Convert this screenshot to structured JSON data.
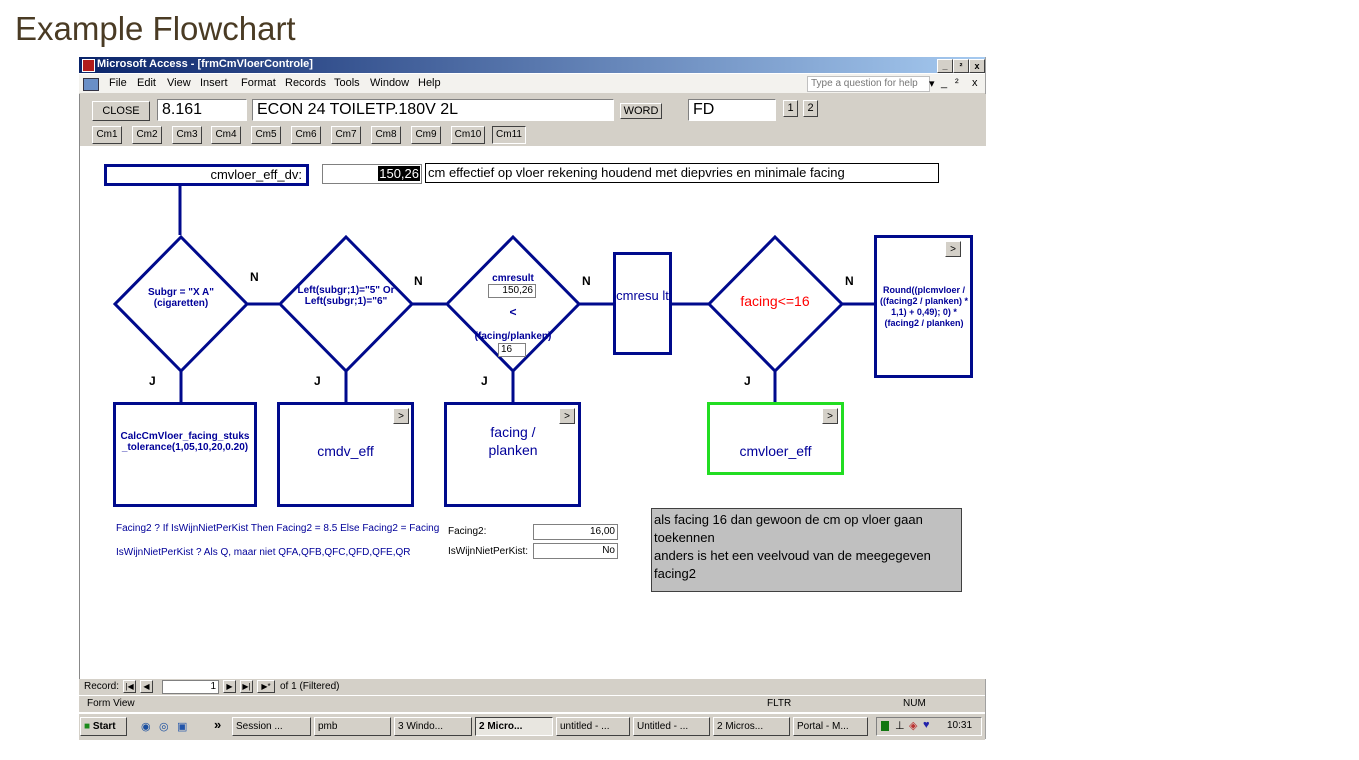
{
  "page": {
    "title": "Example Flowchart"
  },
  "window": {
    "title": "Microsoft Access - [frmCmVloerControle]",
    "controls": [
      "_",
      "²",
      "x"
    ],
    "menu": [
      "File",
      "Edit",
      "View",
      "Insert",
      "Format",
      "Records",
      "Tools",
      "Window",
      "Help"
    ],
    "help_placeholder": "Type a question for help",
    "inner_controls": [
      "▾",
      "_",
      "²",
      "x"
    ]
  },
  "header": {
    "close_label": "CLOSE",
    "code": "8.161",
    "product": "ECON 24 TOILETP.180V 2L",
    "word_label": "WORD",
    "fd": "FD",
    "page1": "1",
    "page2": "2",
    "tabs": [
      "Cm1",
      "Cm2",
      "Cm3",
      "Cm4",
      "Cm5",
      "Cm6",
      "Cm7",
      "Cm8",
      "Cm9",
      "Cm10",
      "Cm11"
    ]
  },
  "flow": {
    "top_label": "cmvloer_eff_dv:",
    "top_value": "150,26",
    "top_desc": "cm effectief op vloer rekening houdend met diepvries en minimale facing",
    "d1": "Subgr = \"X  A\" (cigaretten)",
    "d2": "Left(subgr;1)=\"5\" Or Left(subgr;1)=\"6\"",
    "d3_top": "cmresult",
    "d3_value": "150,26",
    "d3_op": "<",
    "d3_bottom": "(facing/planken)",
    "d3_value2": "16",
    "mid_box": "cmresu lt",
    "d4": "facing<=16",
    "right_box": "Round((plcmvloer / ((facing2 / planken) * 1,1) + 0,49); 0) * (facing2 / planken)",
    "b1": "CalcCmVloer_facing_stuks_tolerance(1,05,10,20,0.20)",
    "b2": "cmdv_eff",
    "b3": "facing / planken",
    "b4": "cmvloer_eff",
    "n_label": "N",
    "j_label": "J",
    "arrow": ">",
    "note1": "Facing2 ? If IsWijnNietPerKist Then Facing2 = 8.5 Else Facing2 = Facing",
    "note2": "IsWijnNietPerKist ?  Als Q, maar niet QFA,QFB,QFC,QFD,QFE,QR",
    "facing2_label": "Facing2:",
    "facing2_value": "16,00",
    "iswijn_label": "IsWijnNietPerKist:",
    "iswijn_value": "No",
    "info": "als facing 16 dan gewoon de cm op vloer gaan toekennen\nanders is het een veelvoud van de meegegeven facing2"
  },
  "record": {
    "label": "Record:",
    "value": "1",
    "of": "of  1 (Filtered)"
  },
  "status": {
    "left": "Form View",
    "fltr": "FLTR",
    "num": "NUM"
  },
  "taskbar": {
    "start": "Start",
    "chevron": "»",
    "items": [
      "Session ...",
      "pmb",
      "3 Windo...",
      "2 Micro...",
      "untitled - ...",
      "Untitled - ...",
      "2 Micros...",
      "Portal - M..."
    ],
    "clock": "10:31"
  },
  "colors": {
    "flow": "#000a8c",
    "green_box": "#22dd22",
    "red_text": "#ff0000",
    "titlebar": "#0a246a"
  }
}
